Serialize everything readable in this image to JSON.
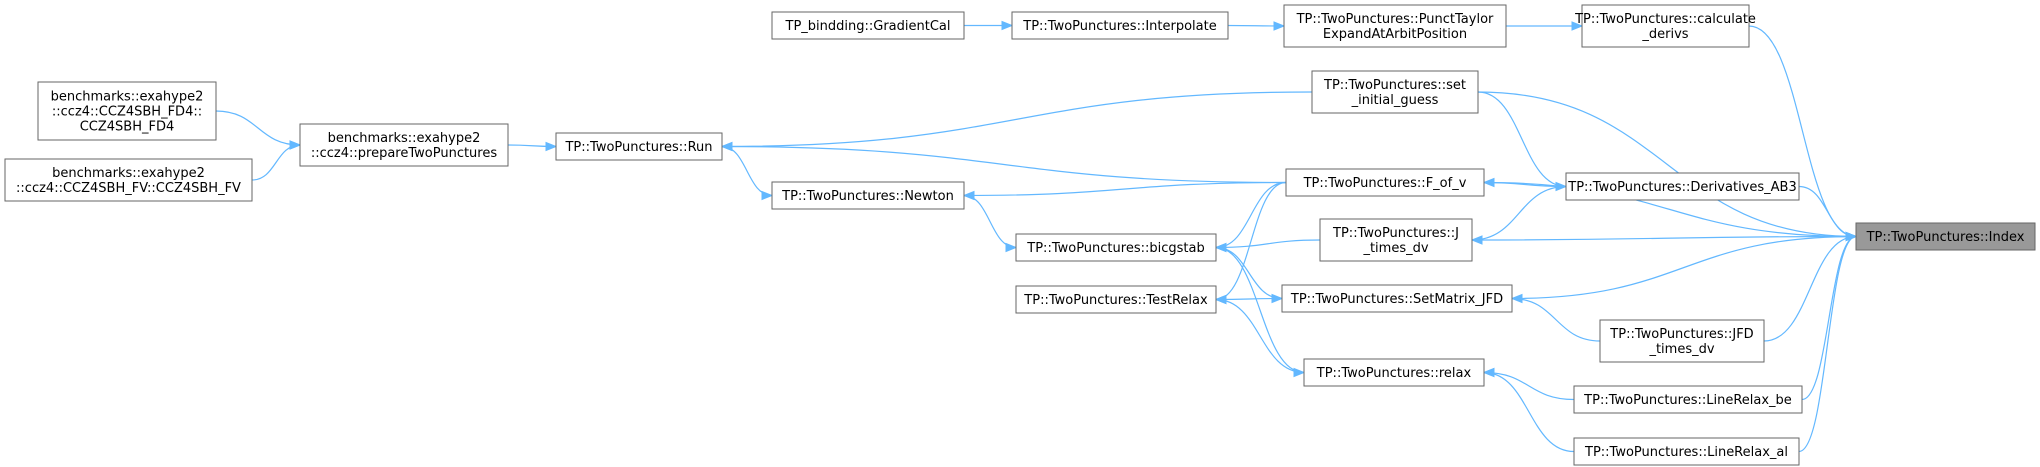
{
  "diagram": {
    "nodes": {
      "gradientcal": [
        "TP_bindding::GradientCal"
      ],
      "interpolate": [
        "TP::TwoPunctures::Interpolate"
      ],
      "puncttaylor": [
        "TP::TwoPunctures::PunctTaylor",
        "ExpandAtArbitPosition"
      ],
      "calcderivs": [
        "TP::TwoPunctures::calculate",
        "_derivs"
      ],
      "ccz4fd4": [
        "benchmarks::exahype2",
        "::ccz4::CCZ4SBH_FD4::",
        "CCZ4SBH_FD4"
      ],
      "ccz4fv": [
        "benchmarks::exahype2",
        "::ccz4::CCZ4SBH_FV::CCZ4SBH_FV"
      ],
      "prepare": [
        "benchmarks::exahype2",
        "::ccz4::prepareTwoPunctures"
      ],
      "run": [
        "TP::TwoPunctures::Run"
      ],
      "setinitial": [
        "TP::TwoPunctures::set",
        "_initial_guess"
      ],
      "fofv": [
        "TP::TwoPunctures::F_of_v"
      ],
      "derivab3": [
        "TP::TwoPunctures::Derivatives_AB3"
      ],
      "newton": [
        "TP::TwoPunctures::Newton"
      ],
      "bicgstab": [
        "TP::TwoPunctures::bicgstab"
      ],
      "jtimesdv": [
        "TP::TwoPunctures::J",
        "_times_dv"
      ],
      "index": [
        "TP::TwoPunctures::Index"
      ],
      "testrelax": [
        "TP::TwoPunctures::TestRelax"
      ],
      "setmatrix": [
        "TP::TwoPunctures::SetMatrix_JFD"
      ],
      "jfdtimesdv": [
        "TP::TwoPunctures::JFD",
        "_times_dv"
      ],
      "relax": [
        "TP::TwoPunctures::relax"
      ],
      "linerelaxbe": [
        "TP::TwoPunctures::LineRelax_be"
      ],
      "linerelaxal": [
        "TP::TwoPunctures::LineRelax_al"
      ]
    },
    "highlighted": "index",
    "edges": [
      [
        "gradientcal",
        "interpolate"
      ],
      [
        "interpolate",
        "puncttaylor"
      ],
      [
        "puncttaylor",
        "calcderivs"
      ],
      [
        "calcderivs",
        "index"
      ],
      [
        "ccz4fd4",
        "prepare"
      ],
      [
        "ccz4fv",
        "prepare"
      ],
      [
        "prepare",
        "run"
      ],
      [
        "setinitial",
        "run"
      ],
      [
        "fofv",
        "run"
      ],
      [
        "run",
        "newton"
      ],
      [
        "fofv",
        "newton"
      ],
      [
        "newton",
        "bicgstab"
      ],
      [
        "fofv",
        "bicgstab"
      ],
      [
        "jtimesdv",
        "bicgstab"
      ],
      [
        "bicgstab",
        "setmatrix"
      ],
      [
        "bicgstab",
        "relax"
      ],
      [
        "fofv",
        "testrelax"
      ],
      [
        "setmatrix",
        "testrelax"
      ],
      [
        "relax",
        "testrelax"
      ],
      [
        "setinitial",
        "index"
      ],
      [
        "setinitial",
        "derivab3"
      ],
      [
        "derivab3",
        "fofv"
      ],
      [
        "fofv",
        "index"
      ],
      [
        "derivab3",
        "index"
      ],
      [
        "derivab3",
        "jtimesdv"
      ],
      [
        "jtimesdv",
        "index"
      ],
      [
        "setmatrix",
        "index"
      ],
      [
        "jfdtimesdv",
        "setmatrix"
      ],
      [
        "jfdtimesdv",
        "index"
      ],
      [
        "linerelaxbe",
        "relax"
      ],
      [
        "linerelaxbe",
        "index"
      ],
      [
        "linerelaxal",
        "relax"
      ],
      [
        "linerelaxal",
        "index"
      ]
    ]
  }
}
